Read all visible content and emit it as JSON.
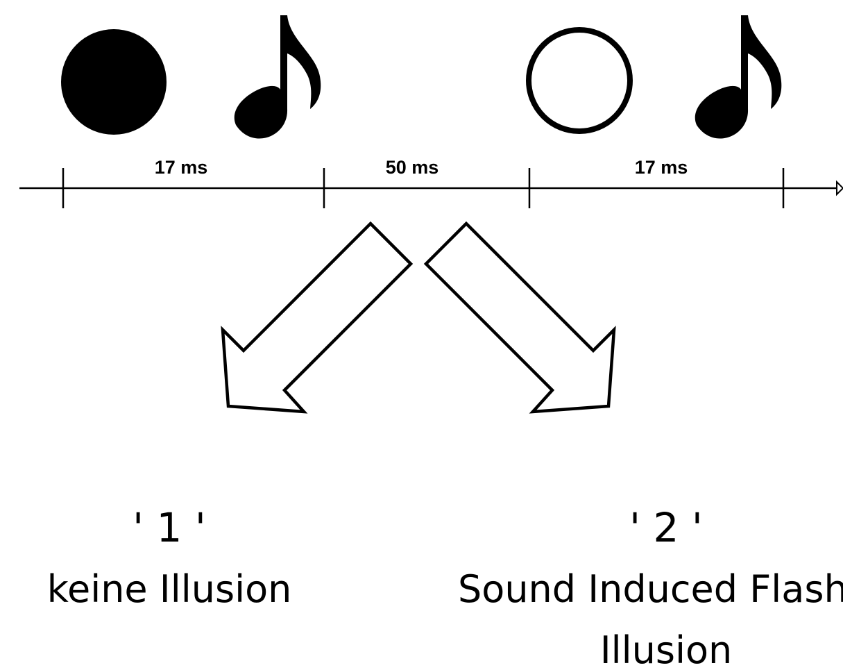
{
  "timeline": {
    "intervals": [
      {
        "label": "17 ms"
      },
      {
        "label": "50 ms"
      },
      {
        "label": "17 ms"
      }
    ]
  },
  "stimuli": {
    "flash_1": {
      "icon": "filled-circle-icon"
    },
    "sound_1": {
      "icon": "eighth-note-icon"
    },
    "flash_2": {
      "icon": "outlined-circle-icon"
    },
    "sound_2": {
      "icon": "eighth-note-icon"
    }
  },
  "outcomes": {
    "left": {
      "response": "' 1 '",
      "description": "keine Illusion"
    },
    "right": {
      "response": "' 2 '",
      "description_line1": "Sound Induced Flash",
      "description_line2": "Illusion"
    }
  },
  "colors": {
    "ink": "#000000",
    "background": "#ffffff"
  }
}
